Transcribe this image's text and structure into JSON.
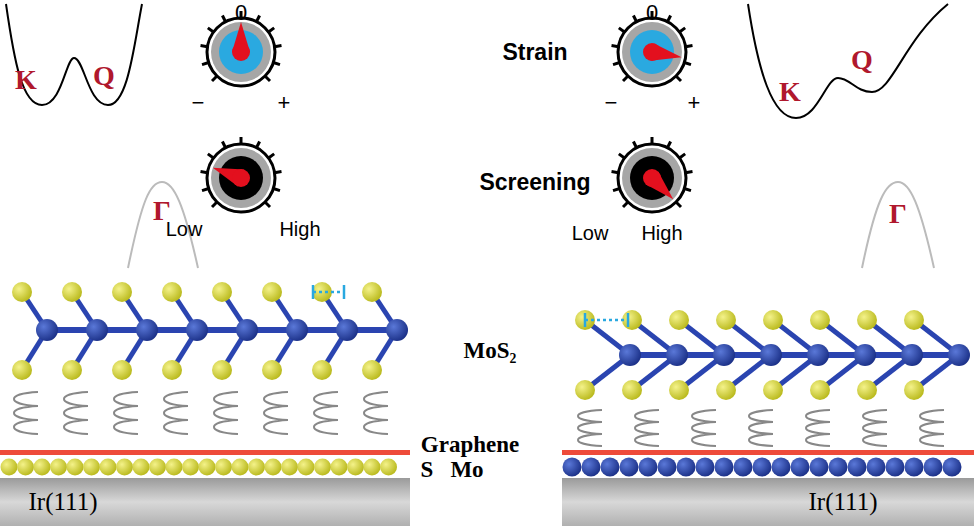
{
  "diagram": {
    "labels": [
      "K",
      "Q",
      "0",
      "−",
      "+",
      "Strain",
      "0",
      "−",
      "+",
      "Q",
      "K",
      "Low",
      "High",
      "Screening",
      "Low",
      "High",
      "Γ",
      "Γ",
      "MoS₂",
      "Graphene",
      "S",
      "Mo",
      "Ir(111)",
      "Ir(111)"
    ]
  }
}
